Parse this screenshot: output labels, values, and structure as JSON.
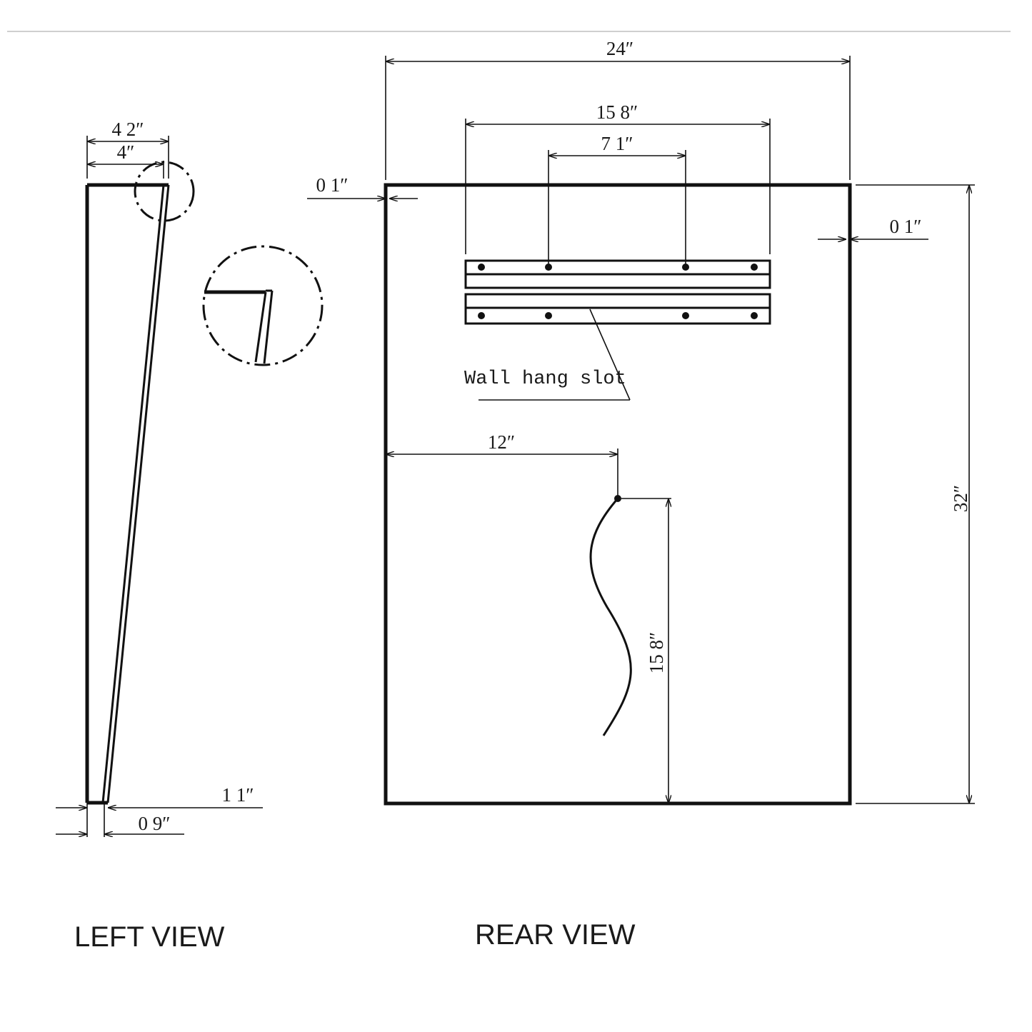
{
  "views": {
    "left_label": "LEFT VIEW",
    "rear_label": "REAR VIEW"
  },
  "dimensions": {
    "total_width": "24″",
    "slot_outer_span": "15 8″",
    "slot_inner_span": "7 1″",
    "edge_left": "0 1″",
    "edge_right": "0 1″",
    "height": "32″",
    "cable_offset": "12″",
    "cable_height": "15 8″",
    "depth_top_outer": "4 2″",
    "depth_top_inner": "4″",
    "depth_bottom_outer": "1 1″",
    "depth_bottom_inner": "0 9″"
  },
  "callouts": {
    "wall_hang_slot": "Wall hang slot"
  }
}
